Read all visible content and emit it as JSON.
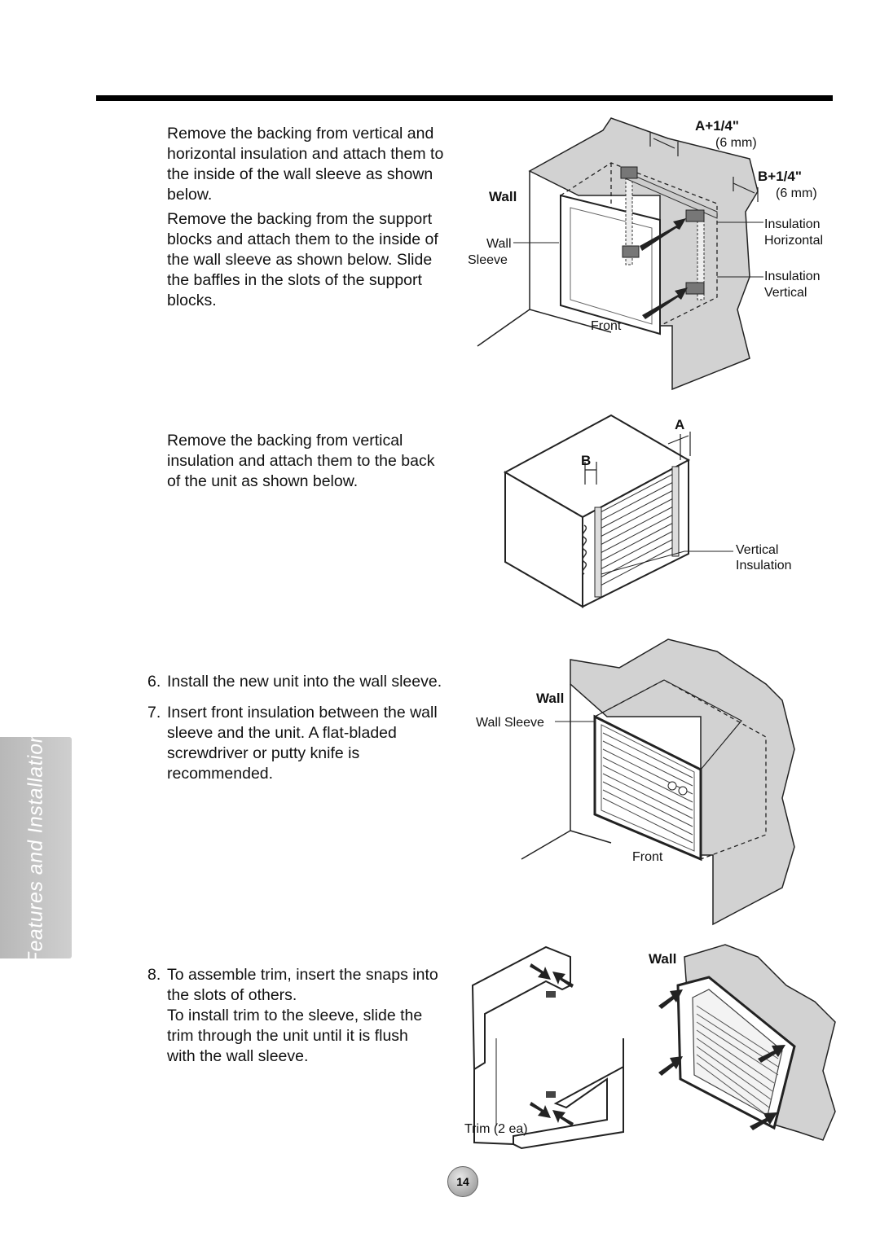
{
  "side_tab": {
    "label": "Features and Installation"
  },
  "instructions": {
    "p1": "Remove the backing from vertical and\nhorizontal insulation and attach them to\nthe inside of the wall sleeve as shown\nbelow.",
    "p2": "Remove the backing from the support\nblocks and attach them to the inside of\nthe wall sleeve as shown below. Slide\nthe baffles in the slots of the support\nblocks.",
    "p3": "Remove the backing from vertical\ninsulation and attach them to the back\nof the unit as shown below.",
    "step6": {
      "num": "6.",
      "text": "Install the new unit into the wall sleeve."
    },
    "step7": {
      "num": "7.",
      "text": "Insert front insulation between the wall\nsleeve and the unit. A flat-bladed\nscrewdriver or putty knife is\nrecommended."
    },
    "step8": {
      "num": "8.",
      "text": "To assemble trim, insert the snaps into\nthe slots of others.\nTo install trim to the sleeve, slide the\ntrim through the unit until it is flush\nwith the wall sleeve."
    }
  },
  "figure1": {
    "wall": "Wall",
    "wall_sleeve_1": "Wall",
    "wall_sleeve_2": "Sleeve",
    "front": "Front",
    "a_dim": "A+1/4\"",
    "a_mm": "(6 mm)",
    "b_dim": "B+1/4\"",
    "b_mm": "(6 mm)",
    "ins_h_1": "Insulation",
    "ins_h_2": "Horizontal",
    "ins_v_1": "Insulation",
    "ins_v_2": "Vertical"
  },
  "figure2": {
    "a": "A",
    "b": "B",
    "vi_1": "Vertical",
    "vi_2": "Insulation"
  },
  "figure3": {
    "wall": "Wall",
    "wall_sleeve": "Wall Sleeve",
    "front": "Front"
  },
  "figure4": {
    "trim": "Trim (2 ea)",
    "wall": "Wall"
  },
  "page_number": "14"
}
